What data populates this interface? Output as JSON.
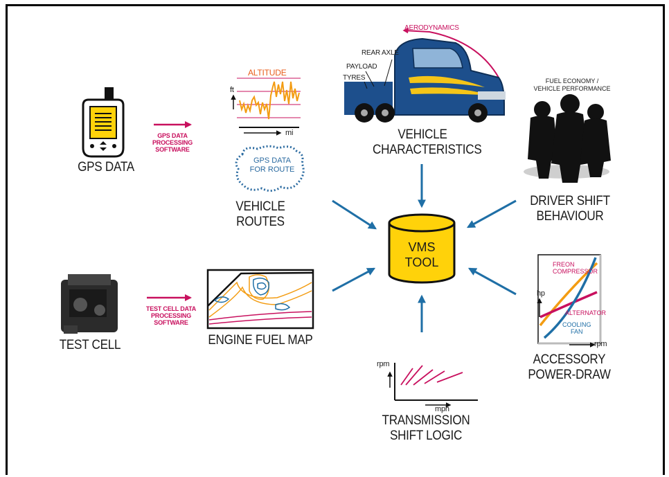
{
  "nodes": {
    "gps_data": "GPS DATA",
    "gps_software": [
      "GPS DATA",
      "PROCESSING",
      "SOFTWARE"
    ],
    "altitude": "ALTITUDE",
    "alt_axis_y": "ft",
    "alt_axis_x": "mi",
    "gps_route": [
      "GPS DATA",
      "FOR ROUTE"
    ],
    "vehicle_routes": "VEHICLE ROUTES",
    "aerodynamics": "AERODYNAMICS",
    "rear_axle": "REAR AXLE",
    "payload": "PAYLOAD",
    "tyres": "TYRES",
    "vehicle_characteristics": [
      "VEHICLE",
      "CHARACTERISTICS"
    ],
    "fuel_economy": [
      "FUEL ECONOMY /",
      "VEHICLE PERFORMANCE"
    ],
    "driver_shift": [
      "DRIVER SHIFT",
      "BEHAVIOUR"
    ],
    "vms_tool": [
      "VMS",
      "TOOL"
    ],
    "test_cell": "TEST CELL",
    "test_cell_software": [
      "TEST CELL DATA",
      "PROCESSING",
      "SOFTWARE"
    ],
    "engine_fuel_map": "ENGINE FUEL MAP",
    "freon": [
      "FREON",
      "COMPRESSOR"
    ],
    "alternator": "ALTERNATOR",
    "cooling": [
      "COOLING",
      "FAN"
    ],
    "acc_axis_y": "hp",
    "acc_axis_x": "rpm",
    "accessory": [
      "ACCESSORY",
      "POWER-DRAW"
    ],
    "trans_axis_y": "rpm",
    "trans_axis_x": "mph",
    "transmission": [
      "TRANSMISSION",
      "SHIFT LOGIC"
    ]
  },
  "colors": {
    "accent_magenta": "#c8105e",
    "arrow_blue": "#1f6fa6",
    "cylinder_yellow": "#ffd20a",
    "altitude_orange": "#f39c12",
    "route_blue": "#2a6aa0",
    "truck_blue": "#1d4f8c"
  },
  "icons": [
    "gps-device-icon",
    "truck-icon",
    "people-silhouette-icon",
    "engine-icon",
    "database-cylinder-icon"
  ]
}
